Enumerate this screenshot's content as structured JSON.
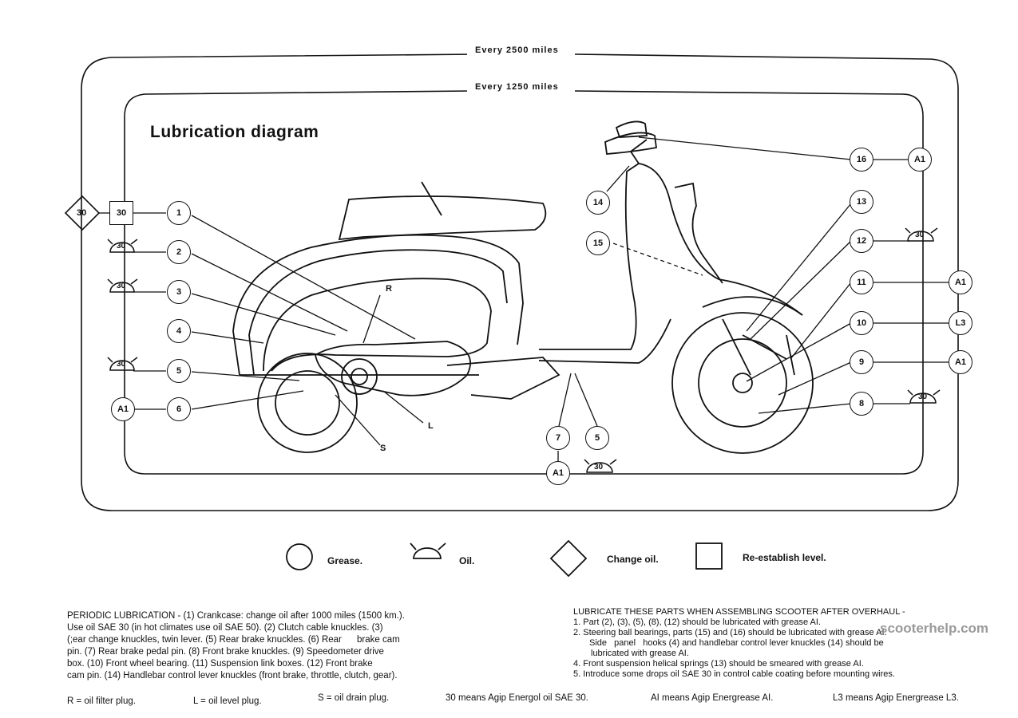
{
  "title": "Lubrication diagram",
  "intervals": {
    "outer": "Every 2500 miles",
    "inner": "Every 1250 miles"
  },
  "callouts": [
    "1",
    "2",
    "3",
    "4",
    "5",
    "6",
    "7",
    "5",
    "8",
    "9",
    "10",
    "11",
    "12",
    "13",
    "14",
    "15",
    "16"
  ],
  "lubricant_codes": {
    "a1": "A1",
    "l3": "L3",
    "oil30": "30"
  },
  "part_letters": {
    "r": "R",
    "l": "L",
    "s": "S"
  },
  "legend": {
    "grease": "Grease.",
    "oil": "Oil.",
    "change_oil": "Change oil.",
    "reestablish": "Re-establish level."
  },
  "periodic": {
    "line1": "PERIODIC LUBRICATION - (1) Crankcase: change oil after 1000 miles (1500 km.).",
    "line2": "Use oil SAE 30 (in hot climates use oil SAE 50). (2) Clutch cable knuckles. (3)",
    "line3": "(;ear change knuckles, twin lever. (5) Rear brake knuckles. (6) Rear      brake cam",
    "line4": "pin.  (7)  Rear brake pedal pin. (8) Front brake knuckles. (9) Speedometer drive",
    "line5": "box. (10) Front wheel bearing. (11) Suspension link boxes. (12) Front brake",
    "line6": "cam pin. (14) Handlebar control lever knuckles (front brake, throttle, clutch, gear)."
  },
  "assembly": {
    "heading": "LUBRICATE THESE PARTS WHEN ASSEMBLING SCOOTER AFTER OVERHAUL -",
    "item1": "1.  Part (2), (3), (5), (8), (12) should be lubricated with grease AI.",
    "item2": "2.  Steering ball bearings, parts (15) and (16) should be lubricated with grease AI.",
    "item3a": "Side   panel   hooks (4) and handlebar control lever knuckles (14) should be",
    "item3b": "lubricated  with grease AI.",
    "item4": "4.  Front suspension helical springs (13) should be smeared with grease AI.",
    "item5": "5. Introduce some drops oil SAE 30 in control cable coating before mounting wires."
  },
  "footnotes": {
    "r": "R  = oil filter plug.",
    "l": "L  = oil level plug.",
    "s": "S  = oil drain plug.",
    "oil": "30 means Agip Energol oil SAE 30.",
    "grease": "AI means Agip Energrease AI.",
    "l3": "L3   means Agip Energrease L3."
  },
  "watermark": "scooterhelp.com"
}
